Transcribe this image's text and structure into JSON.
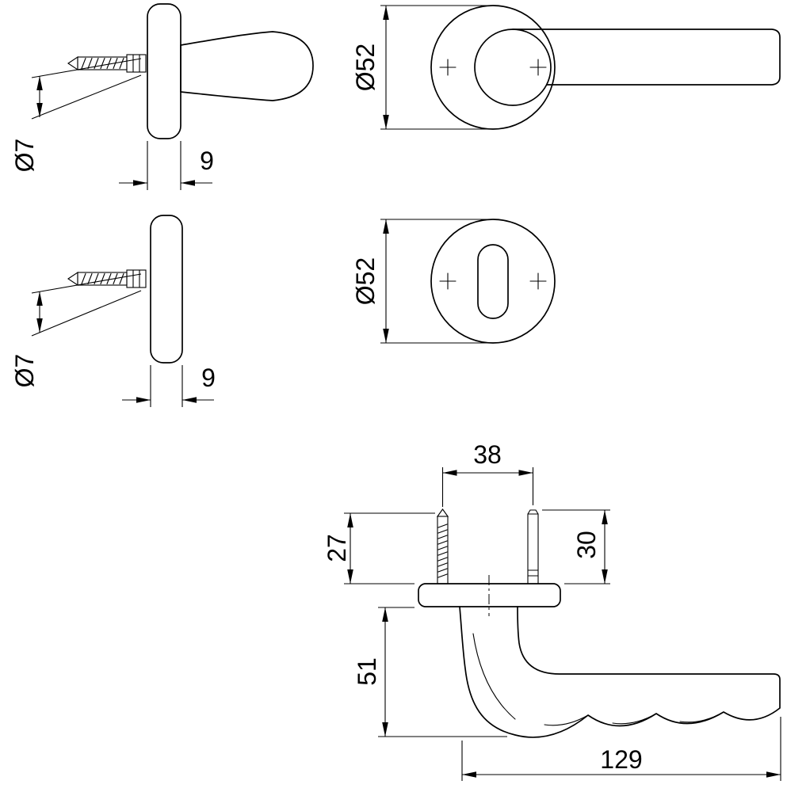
{
  "drawing": {
    "background_color": "#ffffff",
    "line_color": "#000000",
    "views": {
      "rose_side": {
        "diameter_label": "Ø7",
        "depth_label": "9"
      },
      "rose_front": {
        "diameter_label": "Ø52"
      },
      "escutcheon_side": {
        "diameter_label": "Ø7",
        "depth_label": "9"
      },
      "escutcheon_front": {
        "diameter_label": "Ø52"
      },
      "handle_side": {
        "pin_spacing_label": "38",
        "left_pin_height_label": "27",
        "right_pin_height_label": "30",
        "neck_drop_label": "51",
        "handle_length_label": "129"
      }
    }
  }
}
